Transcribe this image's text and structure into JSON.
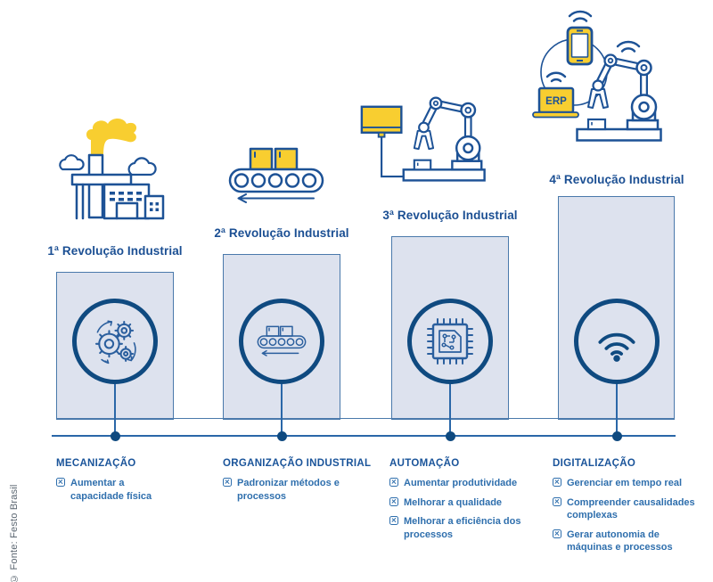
{
  "source_credit": "© Fonte: Festo Brasil",
  "colors": {
    "navy_stroke": "#1d5296",
    "dark_ring": "#0f4a80",
    "title_blue": "#1b4f93",
    "bar_fill": "#dde2ee",
    "bar_border": "#4a79ab",
    "line_blue": "#2a67a8",
    "item_text_blue": "#2f6fad",
    "accent_yellow": "#f8ce30",
    "credit_gray": "#5a6570"
  },
  "revolutions": [
    {
      "title": "1ª Revolução Industrial",
      "top_icon": "factory-icon",
      "circle_icon": "gears-icon",
      "section": {
        "heading": "MECANIZAÇÃO",
        "items": [
          "Aumentar a capacidade física"
        ]
      }
    },
    {
      "title": "2ª Revolução Industrial",
      "top_icon": "conveyor-belt-icon",
      "circle_icon": "conveyor-belt-icon",
      "section": {
        "heading": "ORGANIZAÇÃO INDUSTRIAL",
        "items": [
          "Padronizar métodos e processos"
        ]
      }
    },
    {
      "title": "3ª Revolução Industrial",
      "top_icon": "robot-arm-monitor-icon",
      "circle_icon": "microchip-icon",
      "section": {
        "heading": "AUTOMAÇÃO",
        "items": [
          "Aumentar produtividade",
          "Melhorar a qualidade",
          "Melhorar a eficiência dos processos"
        ]
      }
    },
    {
      "title": "4ª Revolução Industrial",
      "top_icon": "connected-robot-erp-icon",
      "circle_icon": "wifi-icon",
      "erp_label": "ERP",
      "section": {
        "heading": "DIGITALIZAÇÃO",
        "items": [
          "Gerenciar em tempo real",
          "Compreender causalidades complexas",
          "Gerar autonomia de máquinas e processos"
        ]
      }
    }
  ]
}
